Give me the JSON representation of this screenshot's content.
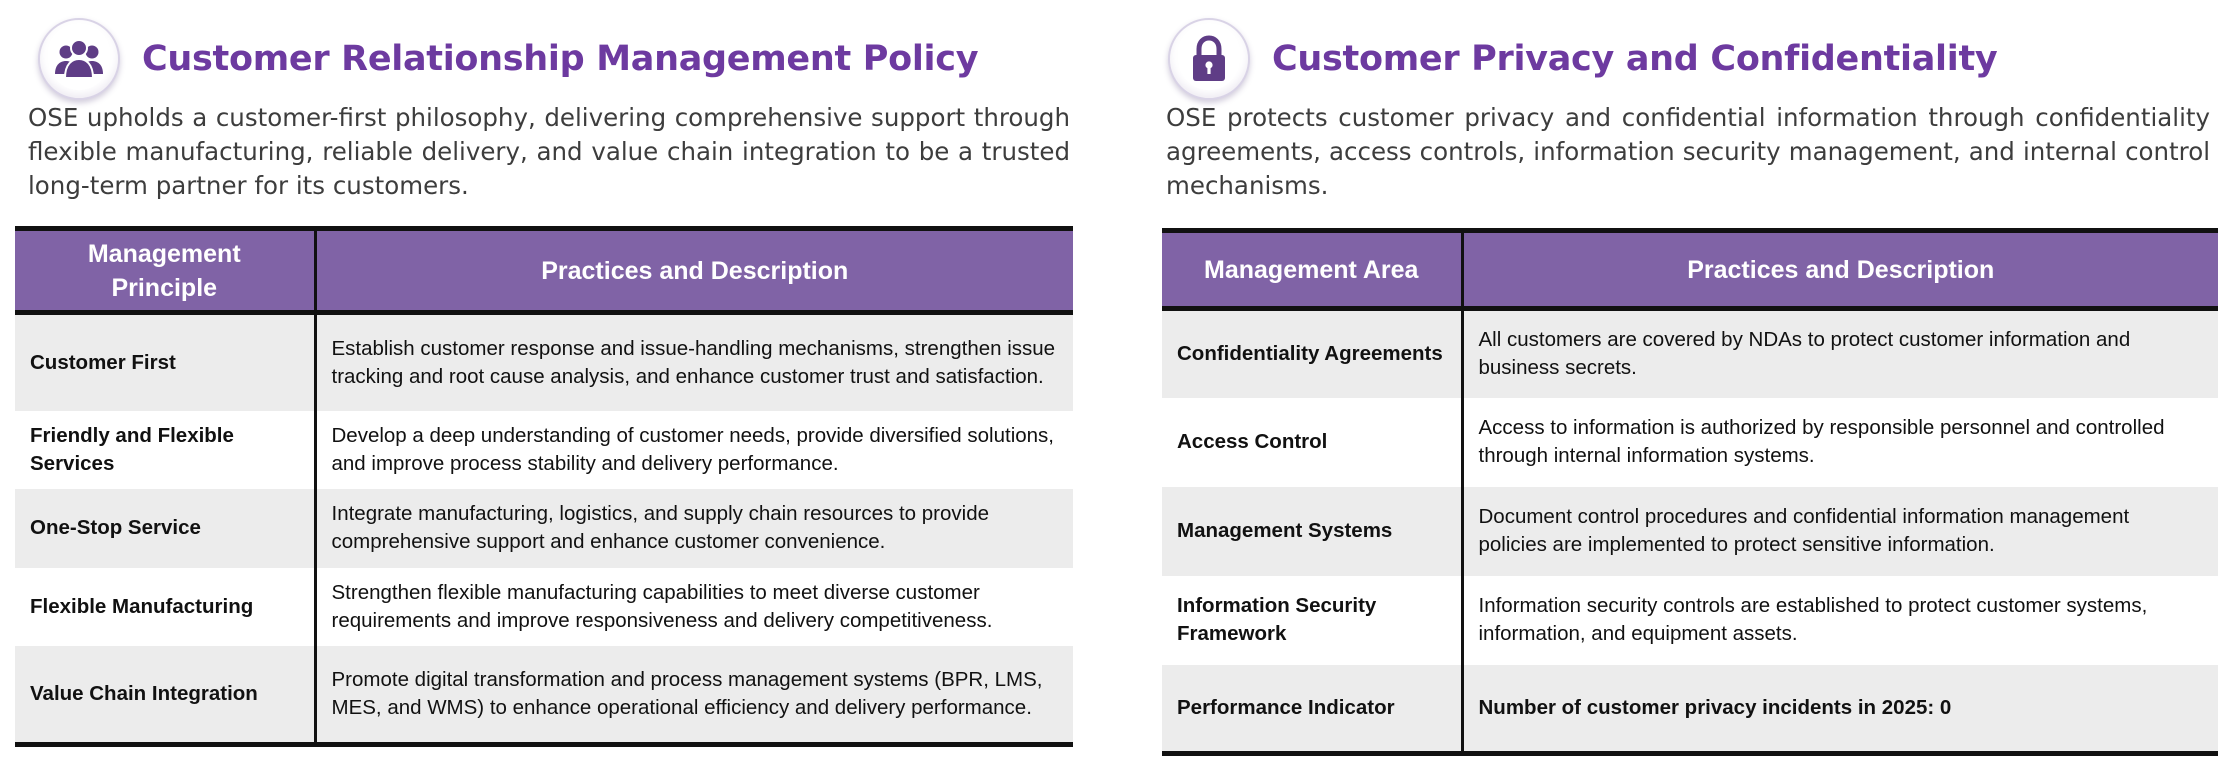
{
  "crm": {
    "title": "Customer Relationship Management Policy",
    "icon": "customers-icon",
    "intro": "OSE upholds a customer-first philosophy, delivering comprehensive support through flexible manufacturing, reliable delivery, and value chain integration to be a trusted long-term partner for its customers.",
    "table": {
      "headers": [
        "Management Principle",
        "Practices and Description"
      ],
      "rows": [
        {
          "name": "Customer First",
          "desc": "Establish customer response and issue-handling mechanisms, strengthen issue tracking and root cause analysis, and enhance customer trust and satisfaction."
        },
        {
          "name": "Friendly and Flexible Services",
          "desc": "Develop a deep understanding of customer needs, provide diversified solutions, and improve process stability and delivery performance."
        },
        {
          "name": "One-Stop Service",
          "desc": "Integrate manufacturing, logistics, and supply chain resources to provide comprehensive support and enhance customer convenience."
        },
        {
          "name": "Flexible Manufacturing",
          "desc": "Strengthen flexible manufacturing capabilities to meet diverse customer requirements and improve responsiveness and delivery competitiveness."
        },
        {
          "name": "Value Chain Integration",
          "desc": "Promote digital transformation and process management systems (BPR, LMS, MES, and WMS) to enhance operational efficiency and delivery performance."
        }
      ]
    }
  },
  "privacy": {
    "title": "Customer Privacy and Confidentiality",
    "icon": "padlock-icon",
    "intro": "OSE protects customer privacy and confidential information through confidentiality agreements, access controls, information security management, and internal control mechanisms.",
    "table": {
      "headers": [
        "Management Area",
        "Practices and Description"
      ],
      "rows": [
        {
          "name": "Confidentiality Agreements",
          "desc": "All customers are covered by NDAs to protect customer information and business secrets."
        },
        {
          "name": "Access Control",
          "desc": "Access to information is authorized by responsible personnel and controlled through internal information systems."
        },
        {
          "name": "Management Systems",
          "desc": "Document control procedures and confidential information management policies are implemented to protect sensitive information."
        },
        {
          "name": "Information Security Framework",
          "desc": "Information security controls are established to protect customer systems, information, and equipment assets."
        },
        {
          "name": "Performance Indicator",
          "desc": "Number of customer privacy incidents in 2025: 0"
        }
      ]
    }
  },
  "colors": {
    "title": "#6d3aa0",
    "header_bg": "#8063a6",
    "row_shade": "#ececec",
    "icon": "#5f3d86"
  }
}
